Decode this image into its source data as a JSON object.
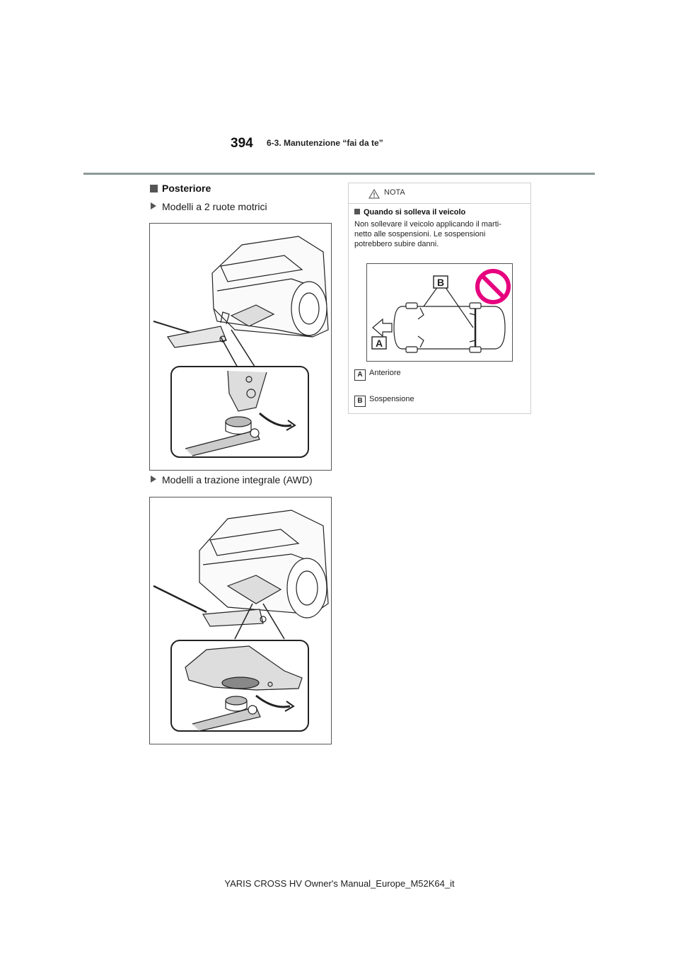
{
  "header": {
    "page_number": "394",
    "section": "6-3. Manutenzione “fai da te”"
  },
  "left": {
    "heading": "Posteriore",
    "subsections": [
      {
        "label": "Modelli a 2 ruote motrici"
      },
      {
        "label": "Modelli a trazione integrale (AWD)"
      }
    ]
  },
  "note": {
    "label": "NOTA",
    "title": "Quando si solleva il veicolo",
    "text": "Non sollevare il veicolo applicando il marti-\nnetto alle sospensioni. Le sospensioni\npotrebbero subire danni.",
    "legend": [
      {
        "key": "A",
        "label": "Anteriore"
      },
      {
        "key": "B",
        "label": "Sospensione"
      }
    ],
    "colors": {
      "prohibit": "#e6007e"
    }
  },
  "footer": {
    "text": "YARIS CROSS HV Owner's Manual_Europe_M52K64_it"
  }
}
